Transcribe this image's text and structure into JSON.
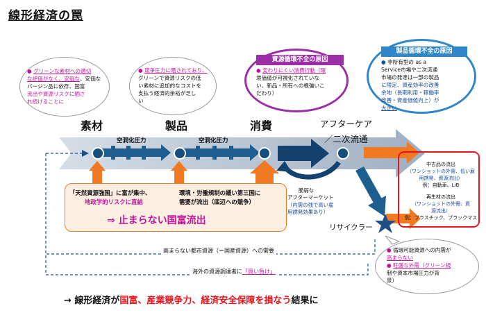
{
  "title": "線形経済の罠",
  "bubbles": {
    "left": {
      "l1": "グリーンな素材への適切",
      "l2": "な評価がなく、安価な",
      "l3": "バージン品に依存、国富",
      "l4": "流出や資源リスクに晒さ",
      "l5": "れ続けることに"
    },
    "mid": {
      "l1": "競争圧力に晒されており、",
      "l2": "グリーンで資源リスクの低",
      "l3": "い素材に追加的なコストを",
      "l4": "支払う経済的余裕が乏し",
      "l5": "い"
    },
    "consumption": {
      "title": "資源循環不全の原因",
      "l1": "変わりにくい消費行動（環",
      "l2": "境価値が可視化されていな",
      "l3": "い、新品・所有への根強いこ",
      "l4": "だわり）"
    },
    "product": {
      "title": "製品循環不全の原因",
      "l1": "非所有型の as a",
      "l2": "Service市場や二次流通",
      "l3": "市場の発達は一部の製品",
      "l4": "に限定、資産効率の改善",
      "l5": "余地（長期利用・稼働率",
      "l6": "改善・資産価値向上）が",
      "l7": "大きい"
    },
    "bottom_right": {
      "l1": "循環可能資源への内需が",
      "l2": "高まらない",
      "l3": "旺盛な外需（グリーン規",
      "l4": "制や資本市場圧力が背",
      "l5": "景）"
    }
  },
  "stages": {
    "material": "素材",
    "product": "製品",
    "consumption": "消費",
    "aftercare1": "アフターケア",
    "aftercare2": "／二次流通"
  },
  "pressure_left": "空洞化圧力",
  "pressure_mid": "空洞化圧力",
  "orange_box": {
    "left_l1": "「天然資源強国」に富が集中、",
    "left_l2": "地政学的リスクに直結",
    "right_l1": "環境・労働規制の緩い第三国に",
    "right_l2": "需要が流出（底辺への競争）",
    "main": "⇒ 止まらない国富流出"
  },
  "aftermarket": {
    "l1": "脆弱な",
    "l2": "アフターマーケット",
    "l3": "（内需の残で高い雇",
    "l4": "用誘発効果あり）"
  },
  "recycler": "リサイクラー",
  "red_box": {
    "h1": "中古品の流出",
    "t1a": "（ワンショットの外需、低い雇",
    "t1b": "用誘発、資源流出）",
    "e1": "例：自動車、LiB",
    "h2": "再生材の流出",
    "t2a": "（ワンショットの外需、資",
    "t2b": "源流出）",
    "e2": "例：プラスチック、ブラックマス"
  },
  "demand_text": "高まらない都市資源（＝国産資源）への需要",
  "overseas_prefix": "海外の資源調達者に",
  "overseas_highlight": "「買い負け」",
  "conclusion": {
    "prefix": "→  線形経済が",
    "highlight": "国富、産業競争力、経済安全保障を損なう",
    "suffix": "結果に"
  }
}
